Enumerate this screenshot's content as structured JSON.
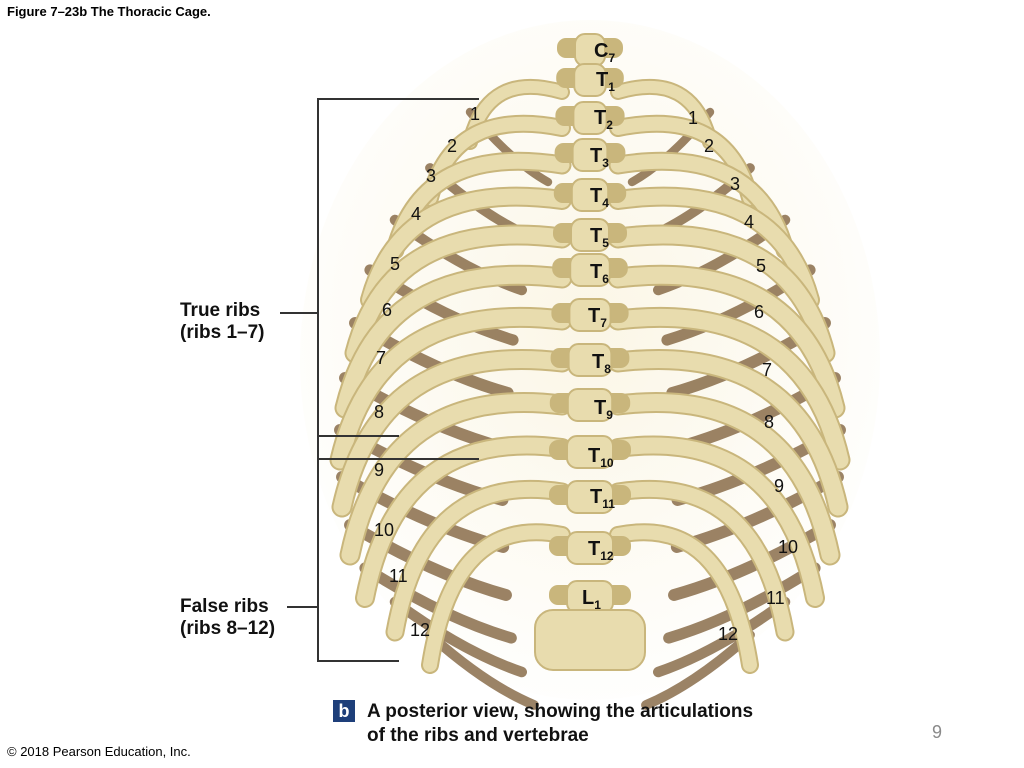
{
  "figure_title": "Figure 7–23b The Thoracic Cage.",
  "copyright": "© 2018 Pearson Education, Inc.",
  "page_number": "9",
  "true_ribs": {
    "line1": "True ribs",
    "line2": "(ribs 1–7)"
  },
  "false_ribs": {
    "line1": "False ribs",
    "line2": "(ribs 8–12)"
  },
  "caption": {
    "badge": "b",
    "line1": "A posterior view, showing the articulations",
    "line2": "of the ribs and vertebrae"
  },
  "vertebrae": [
    {
      "letter": "C",
      "sub": "7"
    },
    {
      "letter": "T",
      "sub": "1"
    },
    {
      "letter": "T",
      "sub": "2"
    },
    {
      "letter": "T",
      "sub": "3"
    },
    {
      "letter": "T",
      "sub": "4"
    },
    {
      "letter": "T",
      "sub": "5"
    },
    {
      "letter": "T",
      "sub": "6"
    },
    {
      "letter": "T",
      "sub": "7"
    },
    {
      "letter": "T",
      "sub": "8"
    },
    {
      "letter": "T",
      "sub": "9"
    },
    {
      "letter": "T",
      "sub": "10"
    },
    {
      "letter": "T",
      "sub": "11"
    },
    {
      "letter": "T",
      "sub": "12"
    },
    {
      "letter": "L",
      "sub": "1"
    }
  ],
  "left_rib_labels": [
    "1",
    "2",
    "3",
    "4",
    "5",
    "6",
    "7",
    "8",
    "9",
    "10",
    "11",
    "12"
  ],
  "right_rib_labels": [
    "1",
    "2",
    "3",
    "4",
    "5",
    "6",
    "7",
    "8",
    "9",
    "10",
    "11",
    "12"
  ],
  "colors": {
    "bone": "#e8dcae",
    "bone_shadow": "#c9b67c",
    "cartilage_dark": "#7a5a33",
    "badge": "#1e3f7a",
    "bracket": "#333333"
  }
}
